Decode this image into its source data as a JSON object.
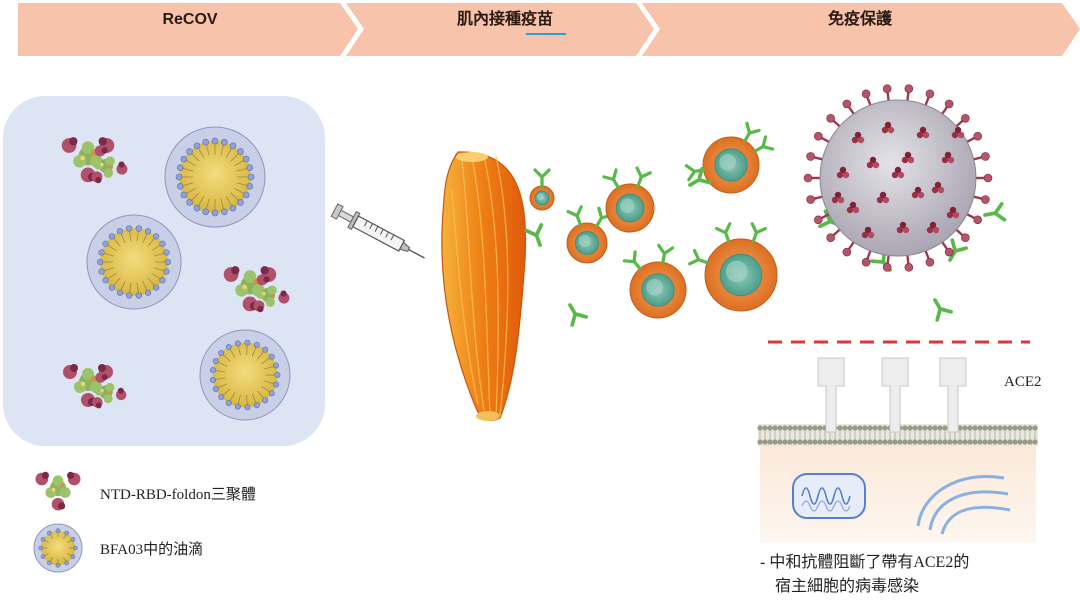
{
  "steps": [
    {
      "label": "ReCOV"
    },
    {
      "label": "肌內接種疫苗"
    },
    {
      "label": "免疫保護"
    }
  ],
  "legend": {
    "trimer": "NTD-RBD-foldon三聚體",
    "droplet": "BFA03中的油滴"
  },
  "receptor_label": "ACE2",
  "caption": {
    "line1": "- 中和抗體阻斷了帶有ACE2的",
    "line2": "宿主細胞的病毒感染"
  },
  "colors": {
    "banner": "#f7c3aa",
    "panel": "#dde4f3",
    "droplet_shell": "#c9cfe6",
    "droplet_core": "#e9cf63",
    "muscle": "#f08a1c",
    "antibody": "#58b848",
    "cell_outer": "#e88232",
    "cell_inner": "#5cae9e",
    "virus": "#c3c0c8",
    "spike": "#a0384c",
    "dashed_line": "#e3343b"
  }
}
